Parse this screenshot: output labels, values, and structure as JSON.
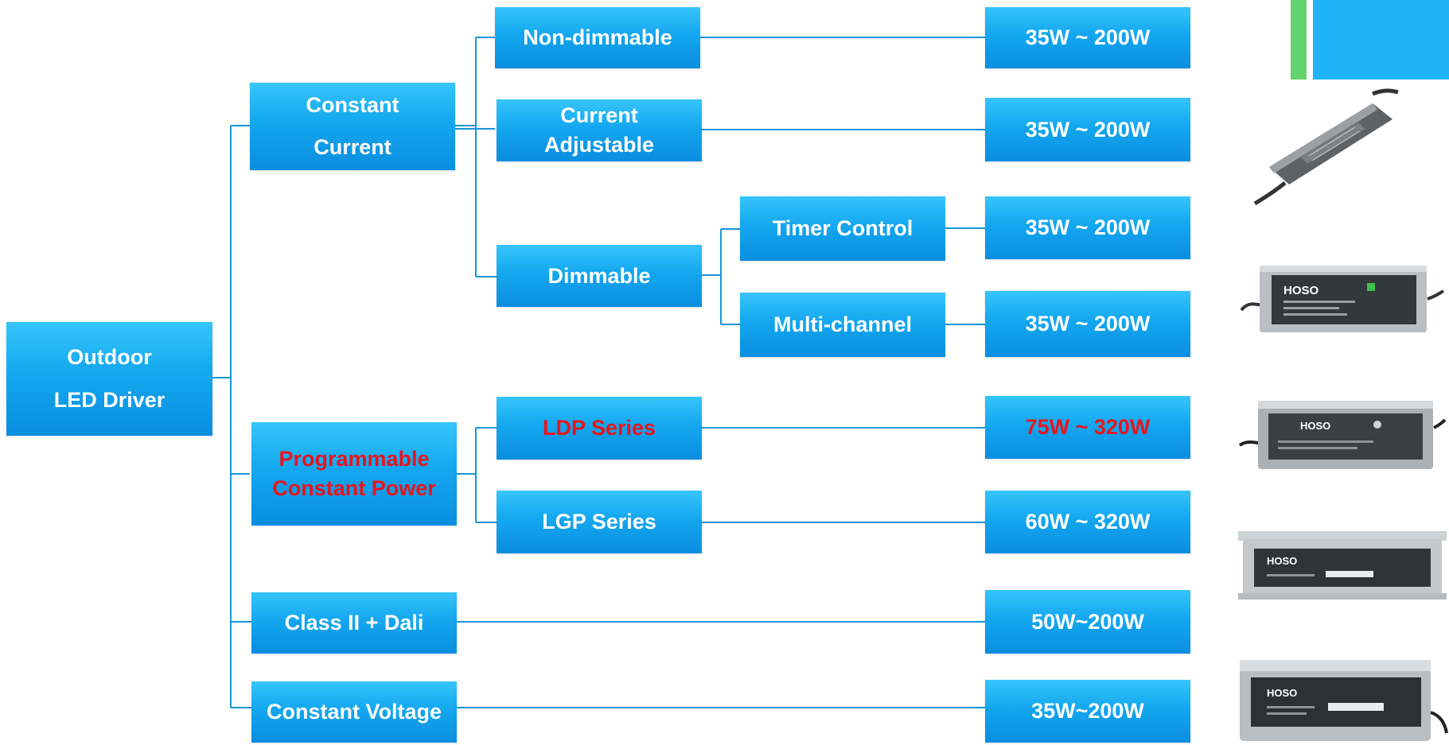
{
  "root": {
    "line1": "Outdoor",
    "line2": "LED Driver"
  },
  "categories": {
    "constant_current": {
      "line1": "Constant",
      "line2": "Current"
    },
    "programmable": {
      "line1": "Programmable",
      "line2": "Constant Power"
    },
    "class2_dali": "Class II + Dali",
    "constant_voltage": "Constant Voltage"
  },
  "subcategories": {
    "non_dimmable": "Non-dimmable",
    "current_adjustable": {
      "line1": "Current",
      "line2": "Adjustable"
    },
    "dimmable": "Dimmable",
    "timer_control": "Timer Control",
    "multi_channel": "Multi-channel",
    "ldp_series": "LDP Series",
    "lgp_series": "LGP Series"
  },
  "power_ranges": {
    "non_dimmable": "35W ~ 200W",
    "current_adjustable": "35W ~ 200W",
    "timer_control": "35W ~ 200W",
    "multi_channel": "35W ~ 200W",
    "ldp_series": "75W ~ 320W",
    "lgp_series": "60W ~ 320W",
    "class2_dali": "50W~200W",
    "constant_voltage": "35W~200W"
  },
  "brand": "HOSO",
  "colors": {
    "box_gradient_top": "#36c5fb",
    "box_gradient_bottom": "#0a8ee0",
    "connector": "#1795d8",
    "highlight_text": "#e8141c",
    "accent_green": "#63d36e",
    "accent_blue": "#1fb4f5"
  }
}
